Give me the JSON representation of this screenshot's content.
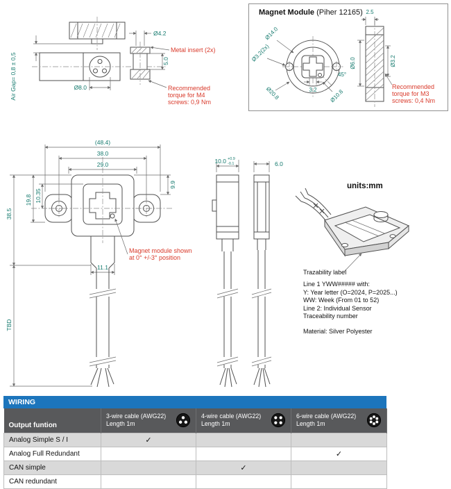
{
  "colors": {
    "accent_blue": "#1c75bc",
    "header_gray": "#58595b",
    "row_gray": "#d9d9d9",
    "dim_teal": "#157a6e",
    "note_red": "#d93a2b"
  },
  "side_view": {
    "air_gap": "Air Gap= 0,8 ± 0,5",
    "dim_hole": "Ø4.2",
    "dim_insert_len": "5.0",
    "dim_connector": "Ø8.0",
    "metal_insert_label": "Metal insert (2x)",
    "torque_note": [
      "Recommended",
      "torque for M4",
      "screws: 0,9 Nm"
    ]
  },
  "magnet_module": {
    "title_bold": "Magnet Module",
    "title_rest": "(Piher 12165)",
    "dims": {
      "d14": "Ø14.0",
      "d32_2x": "Ø3.2(2x)",
      "d208": "Ø20.8",
      "d108": "Ø10.8",
      "w32": "3.2",
      "a45": "45°",
      "t25": "2.5",
      "d60": "Ø6.0",
      "d32": "Ø3.2"
    },
    "torque_note": [
      "Recommended",
      "torque for M3",
      "screws: 0,4 Nm"
    ]
  },
  "front_view": {
    "dims": {
      "w484": "(48.4)",
      "w380": "38.0",
      "w290": "29.0",
      "h198": "19.8",
      "h1035": "10.35",
      "h385": "38.5",
      "h99": "9.9",
      "w111": "11.1",
      "tbd": "TBD"
    },
    "magnet_note": [
      "Magnet module shown",
      "at 0° +/-3° position"
    ]
  },
  "profile_views": {
    "depth": "10.0",
    "depth_tol_plus": "+0.9",
    "depth_tol_minus": "-0.1",
    "rear_width": "6.0"
  },
  "iso_view": {
    "units": "units:mm",
    "label_pointer": "Trazability label",
    "note_lines": [
      "Line 1 YWW##### with:",
      "Y: Year letter (O=2024, P=2025...)",
      "WW: Week (From 01 to 52)",
      "Line 2: Individual Sensor",
      "Traceability number"
    ],
    "material_line": "Material: Silver Polyester"
  },
  "wiring_table": {
    "title": "WIRING",
    "output_header": "Output funtion",
    "check_mark": "✓",
    "columns": [
      {
        "name": "3-wire cable (AWG22)",
        "length": "Length 1m",
        "pins": "3"
      },
      {
        "name": "4-wire cable (AWG22)",
        "length": "Length 1m",
        "pins": "4"
      },
      {
        "name": "6-wire cable (AWG22)",
        "length": "Length 1m",
        "pins": "6"
      }
    ],
    "rows": [
      {
        "label": "Analog Simple S / I",
        "cells": [
          "✓",
          "",
          ""
        ]
      },
      {
        "label": "Analog Full Redundant",
        "cells": [
          "",
          "",
          "✓"
        ]
      },
      {
        "label": "CAN simple",
        "cells": [
          "",
          "✓",
          ""
        ]
      },
      {
        "label": "CAN redundant",
        "cells": [
          "",
          "",
          ""
        ]
      }
    ]
  }
}
